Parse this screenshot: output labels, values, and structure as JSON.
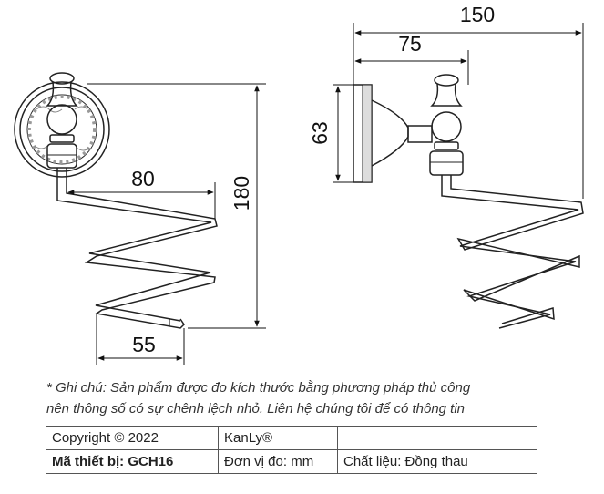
{
  "dimensions": {
    "total_length": "150",
    "mount_length": "75",
    "rose_height": "63",
    "coil_top_width": "80",
    "total_height": "180",
    "coil_bottom_width": "55"
  },
  "note": {
    "line1": "* Ghi chú: Sản phẩm được đo kích thước bằng phương pháp thủ công",
    "line2": "nên thông số có sự chênh lệch nhỏ. Liên hệ chúng tôi để có thông tin"
  },
  "info_table": {
    "copyright": "Copyright © 2022",
    "brand": "KanLy®",
    "model": "Mã thiết bị: GCH16",
    "unit": "Đơn vị đo: mm",
    "material": "Chất liệu: Đồng thau"
  }
}
